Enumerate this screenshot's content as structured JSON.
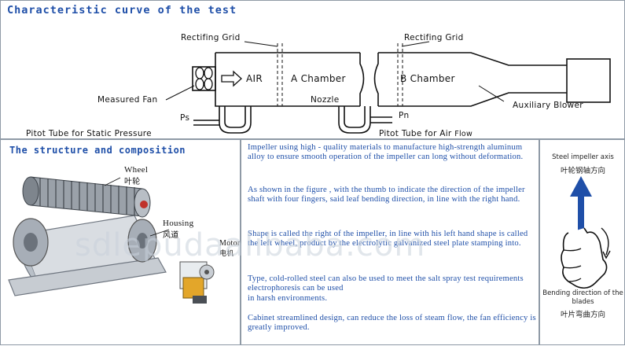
{
  "top": {
    "title": "Characteristic curve of the test",
    "labels": {
      "rectifying_grid_left": "Rectifing Grid",
      "rectifying_grid_right": "Rectifing Grid",
      "air": "AIR",
      "a_chamber": "A Chamber",
      "b_chamber": "B Chamber",
      "measured_fan": "Measured Fan",
      "nozzle": "Nozzle",
      "auxiliary_blower": "Auxiliary Blower",
      "ps": "Ps",
      "pn": "Pn",
      "pitot_static": "Pitot Tube for Static Pressure",
      "pitot_air": "Pitot Tube for Air",
      "pitot_air_flow": "Flow"
    }
  },
  "structure": {
    "title": "The structure and composition",
    "wheel_en": "Wheel",
    "wheel_cn": "叶轮",
    "housing_en": "Housing",
    "housing_cn": "风道",
    "motor_en": "Motor",
    "motor_cn": "电机"
  },
  "description": {
    "p1": "Impeller using high - quality  materials to manufacture high-strength aluminum alloy to ensure smooth operation of the impeller can long without deformation.",
    "p2": "As shown in the figure , with the thumb to indicate the direction of the impeller shaft with four fingers, said leaf bending direction, in line with the right hand.",
    "p3": "Shape is called the right of the impeller, in line with his left hand shape is called the left wheel, product by the electrolytic galvanized steel plate stamping into.",
    "p4a": "Type, cold-rolled steel can also be used  to  meet the salt spray test requirements electrophoresis can be used",
    "p4b": "in harsh environments.",
    "p5": "Cabinet  streamlined design, can reduce the loss of steam flow, the fan efficiency is greatly improved."
  },
  "hand": {
    "axis_en": "Steel impeller axis",
    "axis_cn": "叶轮钢轴方向",
    "bend_en": "Bending direction of the blades",
    "bend_cn": "叶片弯曲方向"
  },
  "watermark": "sdlepudaalibaba.com",
  "colors": {
    "accent": "#1f4fa8",
    "border": "#8f9aa6"
  }
}
